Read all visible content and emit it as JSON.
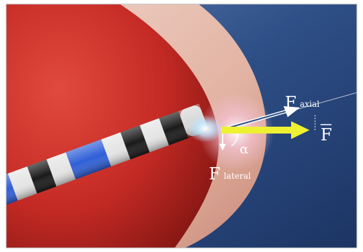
{
  "labels": {
    "axial": {
      "main": "F",
      "sub": "axial"
    },
    "lateral": {
      "main": "F",
      "sub": "lateral"
    },
    "resultant": {
      "main": "F"
    },
    "angle": {
      "main": "α"
    }
  },
  "colors": {
    "background_blue": "#2e4f87",
    "tissue_red": "#c42a24",
    "tissue_rim": "#e8c2b5",
    "arrow_yellow": "#eef032",
    "catheter_blue": "#2f5fd8",
    "catheter_black": "#1a1a1a",
    "catheter_white": "#e5e5e5"
  },
  "icons": {
    "catheter": "catheter-icon",
    "tissue": "heart-tissue-icon",
    "axial_force": "arrow-axial-icon",
    "lateral_force": "arrow-lateral-icon",
    "resultant_force": "arrow-resultant-icon",
    "angle_arc": "angle-arc-icon"
  }
}
